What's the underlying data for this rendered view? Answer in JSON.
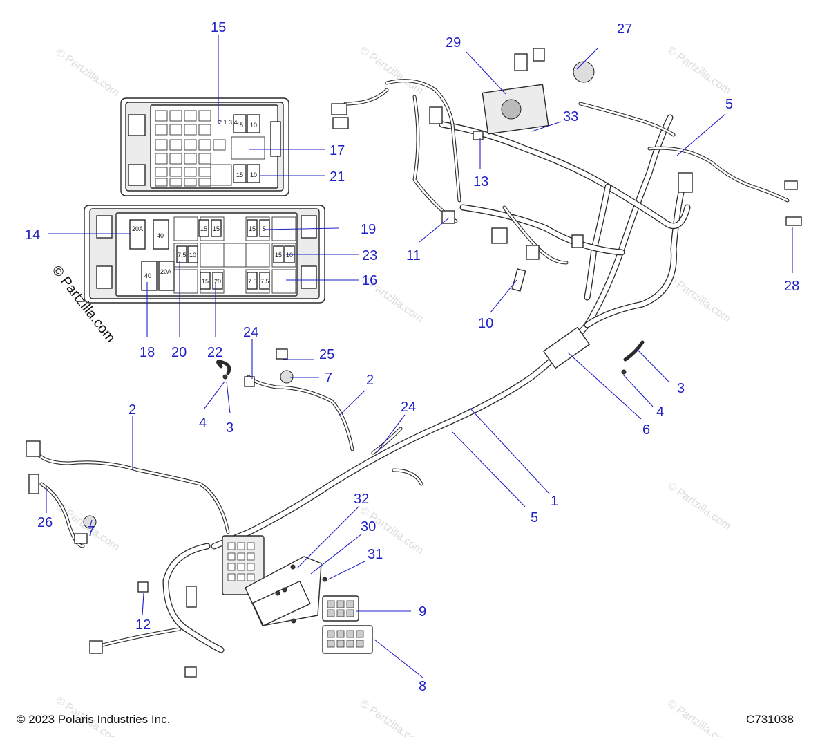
{
  "watermark": "© Partzilla.com",
  "side_watermark": "© Partzilla.com",
  "footer": {
    "copyright": "© 2023 Polaris Industries Inc.",
    "diagram_code": "C731038"
  },
  "fuse_labels": {
    "upper_1": "15",
    "upper_2": "10",
    "upper_3": "15",
    "upper_4": "10",
    "upper_nums": "2 1 3 4",
    "lower_20a_a": "20A",
    "lower_40_a": "40",
    "lower_20a_b": "20A",
    "lower_40_b": "40",
    "f1": "15",
    "f2": "15",
    "f3": "15",
    "f4": "5",
    "f5": "7.5",
    "f6": "10",
    "f7": "15",
    "f8": "10",
    "f9": "15",
    "f10": "20",
    "f11": "7.5",
    "f12": "7.5"
  },
  "callouts": {
    "c1": "1",
    "c2a": "2",
    "c2b": "2",
    "c3a": "3",
    "c3b": "3",
    "c4a": "4",
    "c4b": "4",
    "c5a": "5",
    "c5b": "5",
    "c6": "6",
    "c7a": "7",
    "c7b": "7",
    "c8": "8",
    "c9": "9",
    "c10": "10",
    "c11": "11",
    "c12": "12",
    "c13": "13",
    "c14": "14",
    "c15": "15",
    "c16": "16",
    "c17": "17",
    "c18": "18",
    "c19": "19",
    "c20": "20",
    "c21": "21",
    "c22": "22",
    "c23": "23",
    "c24a": "24",
    "c24b": "24",
    "c25": "25",
    "c26": "26",
    "c27": "27",
    "c28": "28",
    "c29": "29",
    "c30": "30",
    "c31": "31",
    "c32": "32",
    "c33": "33"
  },
  "colors": {
    "callout": "#1f1fc8",
    "line": "#2a2a2a",
    "watermark": "#dcdcdc"
  }
}
